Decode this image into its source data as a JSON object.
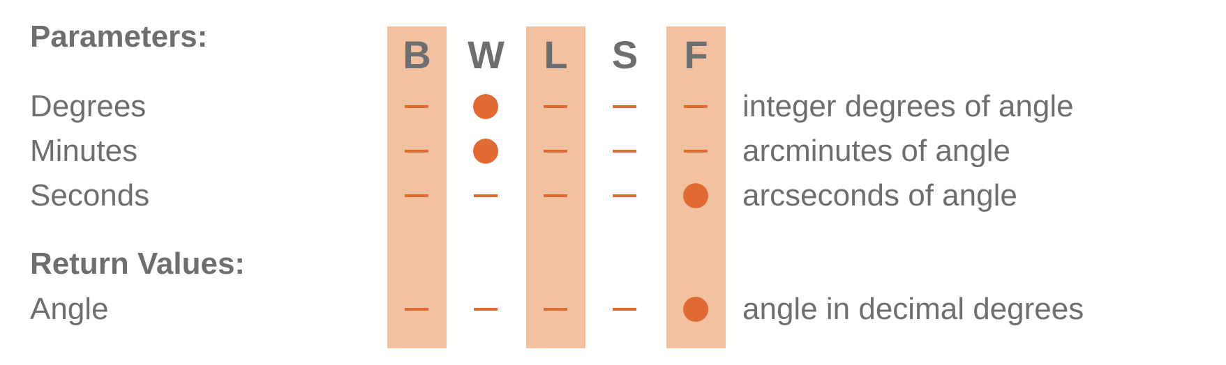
{
  "sections": {
    "parameters": "Parameters:",
    "return_values": "Return Values:"
  },
  "columns": [
    "B",
    "W",
    "L",
    "S",
    "F"
  ],
  "rows": [
    {
      "label": "Degrees",
      "description": "integer degrees of angle",
      "marks": [
        "dash",
        "dot",
        "dash",
        "dash",
        "dash"
      ]
    },
    {
      "label": "Minutes",
      "description": "arcminutes of angle",
      "marks": [
        "dash",
        "dot",
        "dash",
        "dash",
        "dash"
      ]
    },
    {
      "label": "Seconds",
      "description": "arcseconds of angle",
      "marks": [
        "dash",
        "dash",
        "dash",
        "dash",
        "dot"
      ]
    },
    {
      "label": "Angle",
      "description": "angle in decimal degrees",
      "marks": [
        "dash",
        "dash",
        "dash",
        "dash",
        "dot"
      ]
    }
  ],
  "colors": {
    "band": "#f2c19f",
    "mark": "#e06a32",
    "text": "#6d6e70"
  }
}
